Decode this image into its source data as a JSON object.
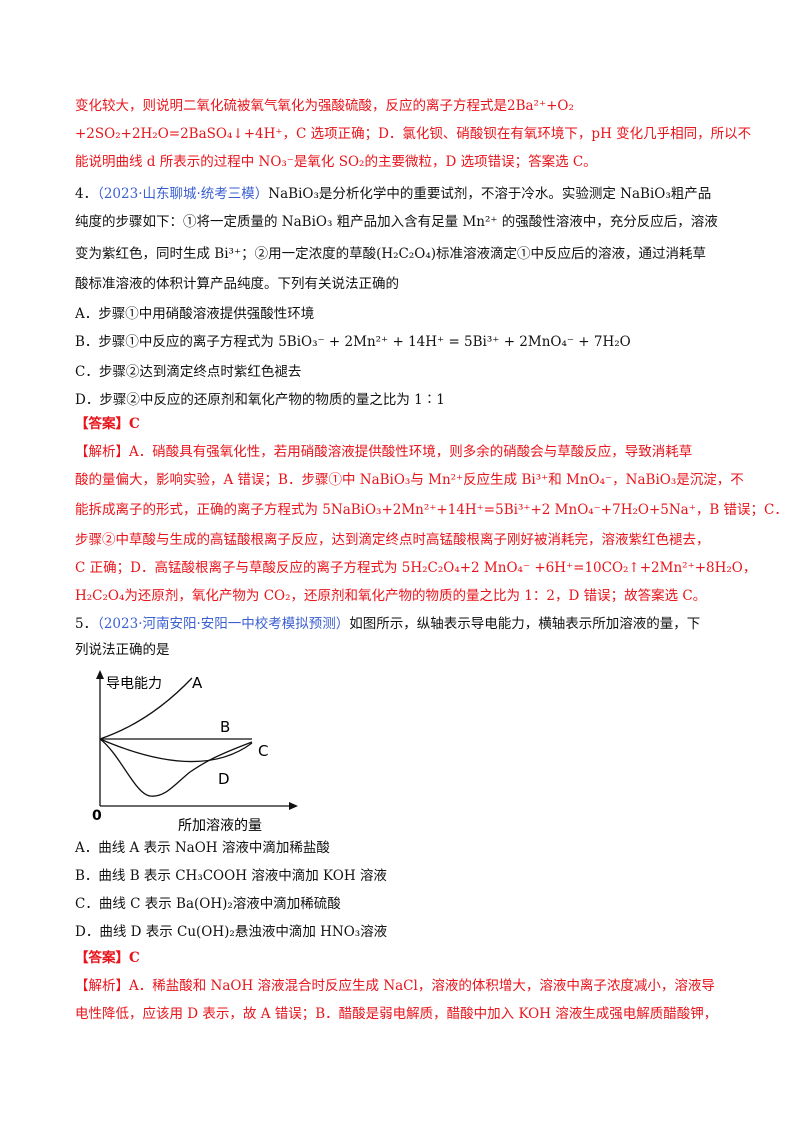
{
  "top_explanation": [
    "变化较大，则说明二氧化硫被氧气氧化为强酸硫酸，反应的离子方程式是2Ba²⁺+O₂",
    "+2SO₂+2H₂O=2BaSO₄↓+4H⁺，C 选项正确；D．氯化钡、硝酸钡在有氧环境下，pH 变化几乎相同，所以不",
    "能说明曲线 d 所表示的过程中 NO₃⁻是氧化 SO₂的主要微粒，D 选项错误；答案选 C。"
  ],
  "q4": {
    "number": "4．",
    "source": "（2023·山东聊城·统考三模）",
    "stem": [
      "NaBiO₃是分析化学中的重要试剂，不溶于冷水。实验测定 NaBiO₃粗产品",
      "纯度的步骤如下：①将一定质量的 NaBiO₃ 粗产品加入含有足量 Mn²⁺ 的强酸性溶液中，充分反应后，溶液",
      "变为紫红色，同时生成 Bi³⁺；②用一定浓度的草酸(H₂C₂O₄)标准溶液滴定①中反应后的溶液，通过消耗草",
      "酸标准溶液的体积计算产品纯度。下列有关说法正确的"
    ],
    "options": [
      "A．步骤①中用硝酸溶液提供强酸性环境",
      "B．步骤①中反应的离子方程式为 5BiO₃⁻ + 2Mn²⁺ + 14H⁺ = 5Bi³⁺ + 2MnO₄⁻ + 7H₂O",
      "C．步骤②达到滴定终点时紫红色褪去",
      "D．步骤②中反应的还原剂和氧化产物的物质的量之比为 1∶1"
    ],
    "answer": "【答案】C",
    "analysis": [
      "【解析】A．硝酸具有强氧化性，若用硝酸溶液提供酸性环境，则多余的硝酸会与草酸反应，导致消耗草",
      "酸的量偏大，影响实验，A 错误；B．步骤①中 NaBiO₃与 Mn²⁺反应生成 Bi³⁺和 MnO₄⁻，NaBiO₃是沉淀，不",
      "能拆成离子的形式，正确的离子方程式为 5NaBiO₃+2Mn²⁺+14H⁺=5Bi³⁺+2 MnO₄⁻+7H₂O+5Na⁺，B 错误；C．",
      "步骤②中草酸与生成的高锰酸根离子反应，达到滴定终点时高锰酸根离子刚好被消耗完，溶液紫红色褪去，",
      "C 正确；D．高锰酸根离子与草酸反应的离子方程式为 5H₂C₂O₄+2 MnO₄⁻ +6H⁺=10CO₂↑+2Mn²⁺+8H₂O，",
      "H₂C₂O₄为还原剂，氧化产物为 CO₂，还原剂和氧化产物的物质的量之比为 1：2，D 错误；故答案选 C。"
    ]
  },
  "q5": {
    "number": "5．",
    "source": "（2023·河南安阳·安阳一中校考模拟预测）",
    "stem": [
      "如图所示，纵轴表示导电能力，横轴表示所加溶液的量，下",
      "列说法正确的是"
    ],
    "figure": {
      "y_axis_label": "导电能力",
      "x_axis_label": "所加溶液的量",
      "origin_label": "0",
      "curve_labels": [
        "A",
        "B",
        "C",
        "D"
      ]
    },
    "options": [
      "A．曲线 A 表示 NaOH 溶液中滴加稀盐酸",
      "B．曲线 B 表示 CH₃COOH 溶液中滴加 KOH 溶液",
      "C．曲线 C 表示 Ba(OH)₂溶液中滴加稀硫酸",
      "D．曲线 D 表示 Cu(OH)₂悬浊液中滴加 HNO₃溶液"
    ],
    "answer": "【答案】C",
    "analysis": [
      "【解析】A．稀盐酸和 NaOH 溶液混合时反应生成 NaCl，溶液的体积增大，溶液中离子浓度减小，溶液导",
      "电性降低，应该用 D 表示，故 A 错误；B．醋酸是弱电解质，醋酸中加入 KOH 溶液生成强电解质醋酸钾，"
    ]
  }
}
